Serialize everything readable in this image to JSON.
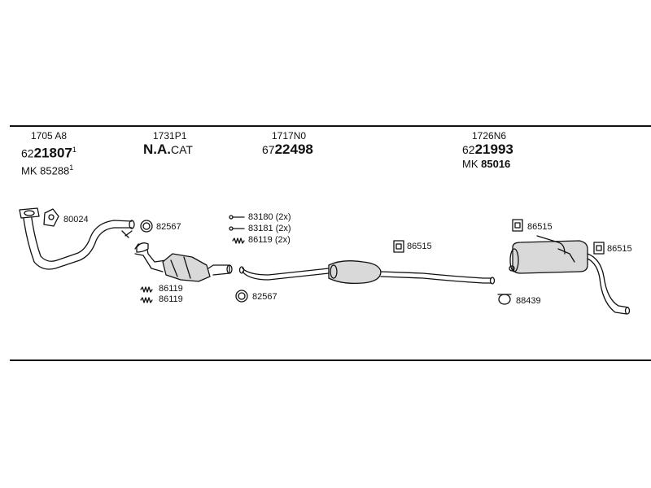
{
  "groups": [
    {
      "code": "1705 A8",
      "number_prefix": "62",
      "number_main": "21807",
      "number_suffix": "1",
      "mk_prefix": "MK",
      "mk_number": "85288",
      "mk_suffix": "1"
    },
    {
      "code": "1731P1",
      "number_prefix": "N.A.",
      "number_main": "CAT",
      "cat_label": "N.A.CAT"
    },
    {
      "code": "1717N0",
      "number_prefix": "67",
      "number_main": "22498"
    },
    {
      "code": "1726N6",
      "number_prefix": "62",
      "number_main": "21993",
      "mk_prefix": "MK",
      "mk_number": "85016"
    }
  ],
  "parts": {
    "p80024": "80024",
    "p82567a": "82567",
    "p83180": "83180 (2x)",
    "p83181": "83181 (2x)",
    "p86119a": "86119 (2x)",
    "p86515a": "86515",
    "p86515b": "86515",
    "p86515c": "86515",
    "p86119b": "86119",
    "p86119c": "86119",
    "p82567b": "82567",
    "p88439": "88439"
  },
  "colors": {
    "line": "#111111",
    "fill": "#d9d9d9"
  }
}
